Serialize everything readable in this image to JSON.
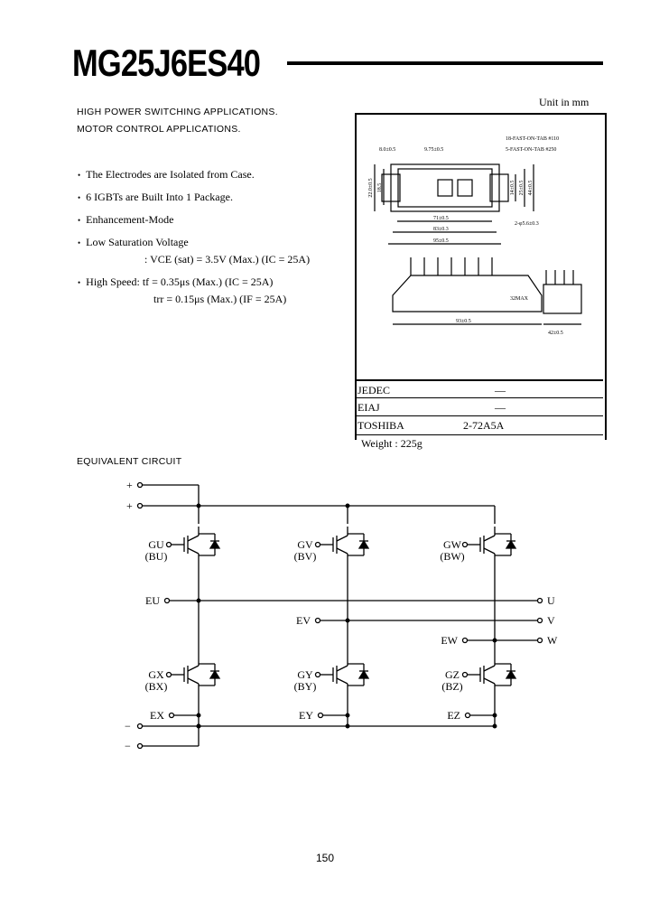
{
  "title": "MG25J6ES40",
  "applications": [
    "HIGH POWER SWITCHING APPLICATIONS.",
    "MOTOR CONTROL APPLICATIONS."
  ],
  "features": [
    "The Electrodes are Isolated from Case.",
    "6 IGBTs are Built Into 1 Package.",
    "Enhancement-Mode",
    "Low Saturation Voltage",
    ": VCE (sat) = 3.5V (Max.) (IC = 25A)",
    "High Speed: tf = 0.35μs (Max.) (IC = 25A)",
    "trr = 0.15μs (Max.) (IF = 25A)"
  ],
  "package": {
    "unit": "Unit in mm",
    "dims": [
      "8.0±0.5",
      "9.75±0.5",
      "18-FAST-ON-TAB #110",
      "5-FAST-ON-TAB #250",
      "71±0.5",
      "83±0.3",
      "95±0.5",
      "2-φ5.6±0.3",
      "93±0.5",
      "42±0.5",
      "32MAX",
      "22.0±0.5",
      "18.5",
      "14±0.5",
      "25±0.5",
      "44±0.5"
    ],
    "table": [
      {
        "label": "JEDEC",
        "value": "—"
      },
      {
        "label": "EIAJ",
        "value": "—"
      },
      {
        "label": "TOSHIBA",
        "value": "2-72A5A"
      }
    ],
    "weight": "Weight : 225g"
  },
  "circuit": {
    "heading": "EQUIVALENT CIRCUIT",
    "plus1": "+",
    "plus2": "+",
    "minus1": "−",
    "minus2": "−",
    "gates_top": [
      [
        "GU",
        "(BU)"
      ],
      [
        "GV",
        "(BV)"
      ],
      [
        "GW",
        "(BW)"
      ]
    ],
    "gates_bottom": [
      [
        "GX",
        "(BX)"
      ],
      [
        "GY",
        "(BY)"
      ],
      [
        "GZ",
        "(BZ)"
      ]
    ],
    "emitters_top": [
      "EU",
      "EV",
      "EW"
    ],
    "emitters_bottom": [
      "EX",
      "EY",
      "EZ"
    ],
    "outputs": [
      "U",
      "V",
      "W"
    ]
  },
  "page_number": "150"
}
